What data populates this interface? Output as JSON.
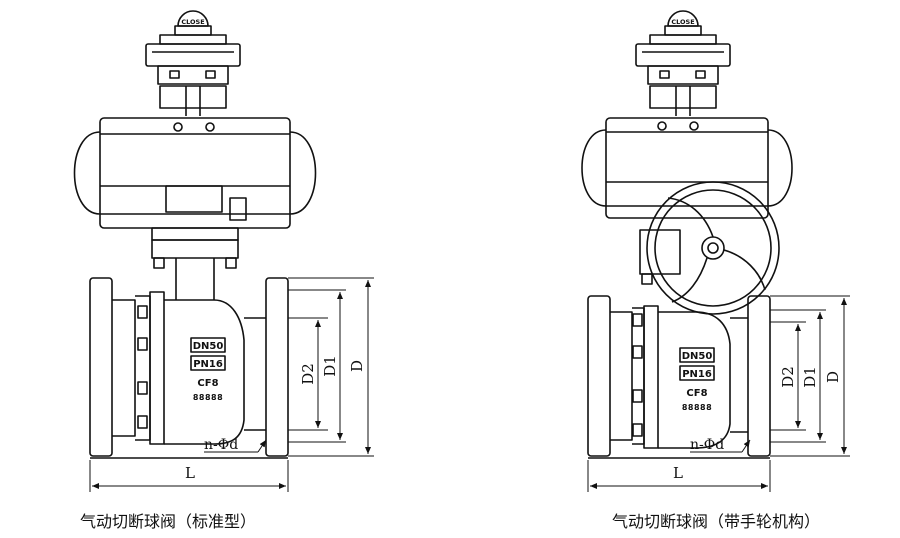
{
  "figures": [
    {
      "caption": "气动切断球阀（标准型）",
      "indicator_label": "CLOSE",
      "nameplate": {
        "size": "DN50",
        "pressure": "PN16",
        "material": "CF8",
        "serial": "88888"
      },
      "dimensions": {
        "length": "L",
        "d2": "D2",
        "d1": "D1",
        "d": "D",
        "holes": "n-Φd"
      }
    },
    {
      "caption": "气动切断球阀（带手轮机构）",
      "indicator_label": "CLOSE",
      "nameplate": {
        "size": "DN50",
        "pressure": "PN16",
        "material": "CF8",
        "serial": "88888"
      },
      "dimensions": {
        "length": "L",
        "d2": "D2",
        "d1": "D1",
        "d": "D",
        "holes": "n-Φd"
      }
    }
  ]
}
